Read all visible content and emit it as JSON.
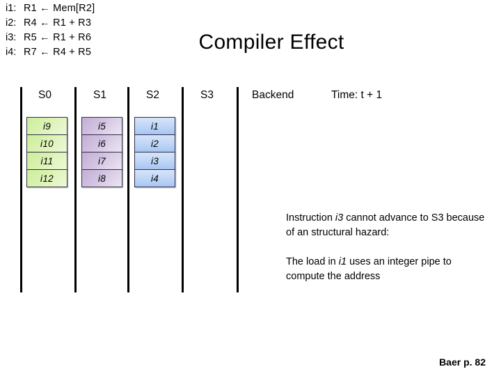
{
  "slide": {
    "title": "Compiler Effect",
    "footer": "Baer p. 82"
  },
  "instructions": [
    {
      "label": "i1:",
      "text": "R1 ← Mem[R2]"
    },
    {
      "label": "i2:",
      "text": "R4 ← R1 + R3"
    },
    {
      "label": "i3:",
      "text": "R5 ← R1 + R6"
    },
    {
      "label": "i4:",
      "text": "R7 ← R4 + R5"
    }
  ],
  "pipeline": {
    "headers": [
      {
        "label": "S0"
      },
      {
        "label": "S1"
      },
      {
        "label": "S2"
      },
      {
        "label": "S3"
      },
      {
        "label": "Backend"
      },
      {
        "label": "Time: t  + 1"
      }
    ],
    "columns": [
      {
        "stage": "S0",
        "color": "#ccee9a",
        "items": [
          "i9",
          "i10",
          "i11",
          "i12"
        ]
      },
      {
        "stage": "S1",
        "color": "#c3aed4",
        "items": [
          "i5",
          "i6",
          "i7",
          "i8"
        ]
      },
      {
        "stage": "S2",
        "color": "#bed5f6",
        "items": [
          "i1",
          "i2",
          "i3",
          "i4"
        ]
      }
    ]
  },
  "explanation": {
    "para1": {
      "pre": "Instruction ",
      "em": "i3",
      "post": " cannot advance to S3 because of an structural hazard:"
    },
    "para2": {
      "pre": "The load in ",
      "em": "i1",
      "post": " uses an integer pipe to compute the address"
    }
  }
}
